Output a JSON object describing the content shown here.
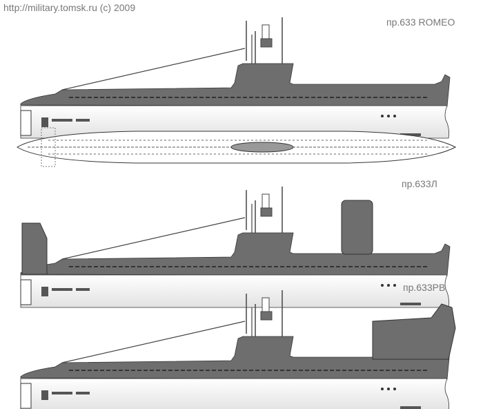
{
  "source_credit": "http://military.tomsk.ru (c) 2009",
  "drawings": [
    {
      "label": "пр.633 ROMEO",
      "view": "side"
    },
    {
      "view": "top"
    },
    {
      "label": "пр.633Л",
      "view": "side"
    },
    {
      "label": "пр.633РВ",
      "view": "side"
    }
  ],
  "colors": {
    "hull_dark": "#6e6e6e",
    "hull_light": "#f2f2f2",
    "text": "#777777"
  }
}
